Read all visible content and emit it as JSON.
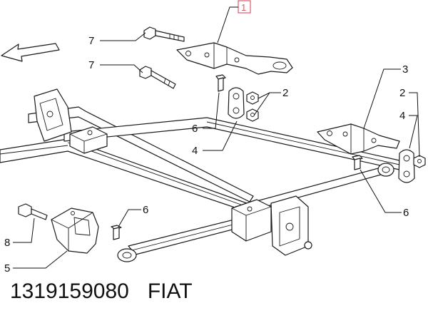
{
  "callouts": {
    "c1": "1",
    "c2a": "2",
    "c2b": "2",
    "c3": "3",
    "c4a": "4",
    "c4b": "4",
    "c5": "5",
    "c6a": "6",
    "c6b": "6",
    "c6c": "6",
    "c7a": "7",
    "c7b": "7",
    "c8": "8"
  },
  "caption": {
    "part_number": "1319159080",
    "brand": "FIAT"
  },
  "colors": {
    "line": "#1a1a1a",
    "highlight_box": "#e05a6a"
  }
}
